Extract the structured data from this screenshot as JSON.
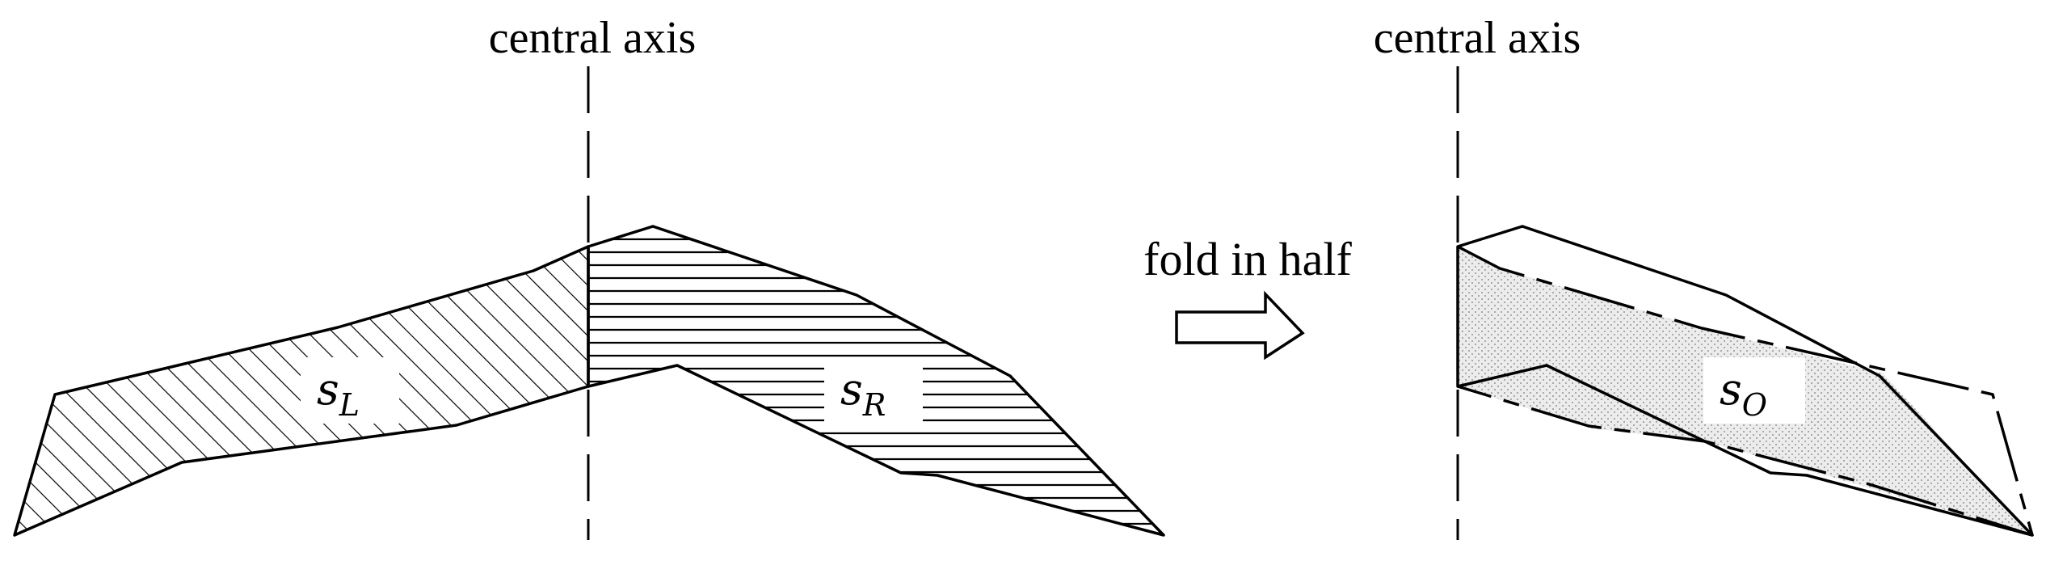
{
  "left_panel": {
    "axis_label": "central axis",
    "region_left": {
      "symbol": "s",
      "subscript": "L"
    },
    "region_right": {
      "symbol": "s",
      "subscript": "R"
    }
  },
  "transition": {
    "label": "fold in half"
  },
  "right_panel": {
    "axis_label": "central axis",
    "region_overlap": {
      "symbol": "s",
      "subscript": "O"
    }
  }
}
